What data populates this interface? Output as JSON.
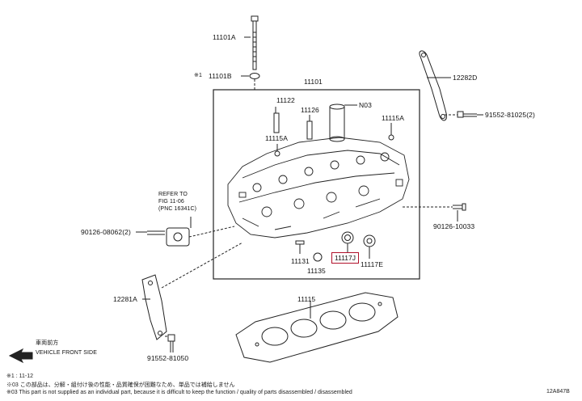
{
  "labels": {
    "p11101A": "11101A",
    "p11101B": "11101B",
    "p11101": "11101",
    "p12282D": "12282D",
    "p91552_81025": "91552-81025(2)",
    "p11122": "11122",
    "p11126": "11126",
    "pN03": "N03",
    "p11115A_a": "11115A",
    "p11115A_b": "11115A",
    "refer_to": "REFER TO",
    "fig": "FIG 11-06",
    "pnc": "(PNC 16341C)",
    "p90126_08062": "90126-08062(2)",
    "p90126_10033": "90126-10033",
    "p11131": "11131",
    "p11135": "11135",
    "p11117J": "11117J",
    "p11117E": "11117E",
    "p12281A": "12281A",
    "p11115": "11115",
    "p91552_81050": "91552-81050",
    "dir_jp": "車両前方",
    "dir_en": "VEHICLE FRONT SIDE",
    "star_mark": "※1"
  },
  "footer": {
    "line1": "※1   : 11-12",
    "line2": "※03  この部品は、分解・組付け後の性能・品質確保が困難なため、単品では補給しません",
    "line3": "※03  This part is not supplied as an individual part, because it is difficult to keep the function / quality of parts disassembled / disassembled",
    "code": "12A847B"
  },
  "colors": {
    "highlight": "#b0102a",
    "line": "#222222"
  }
}
